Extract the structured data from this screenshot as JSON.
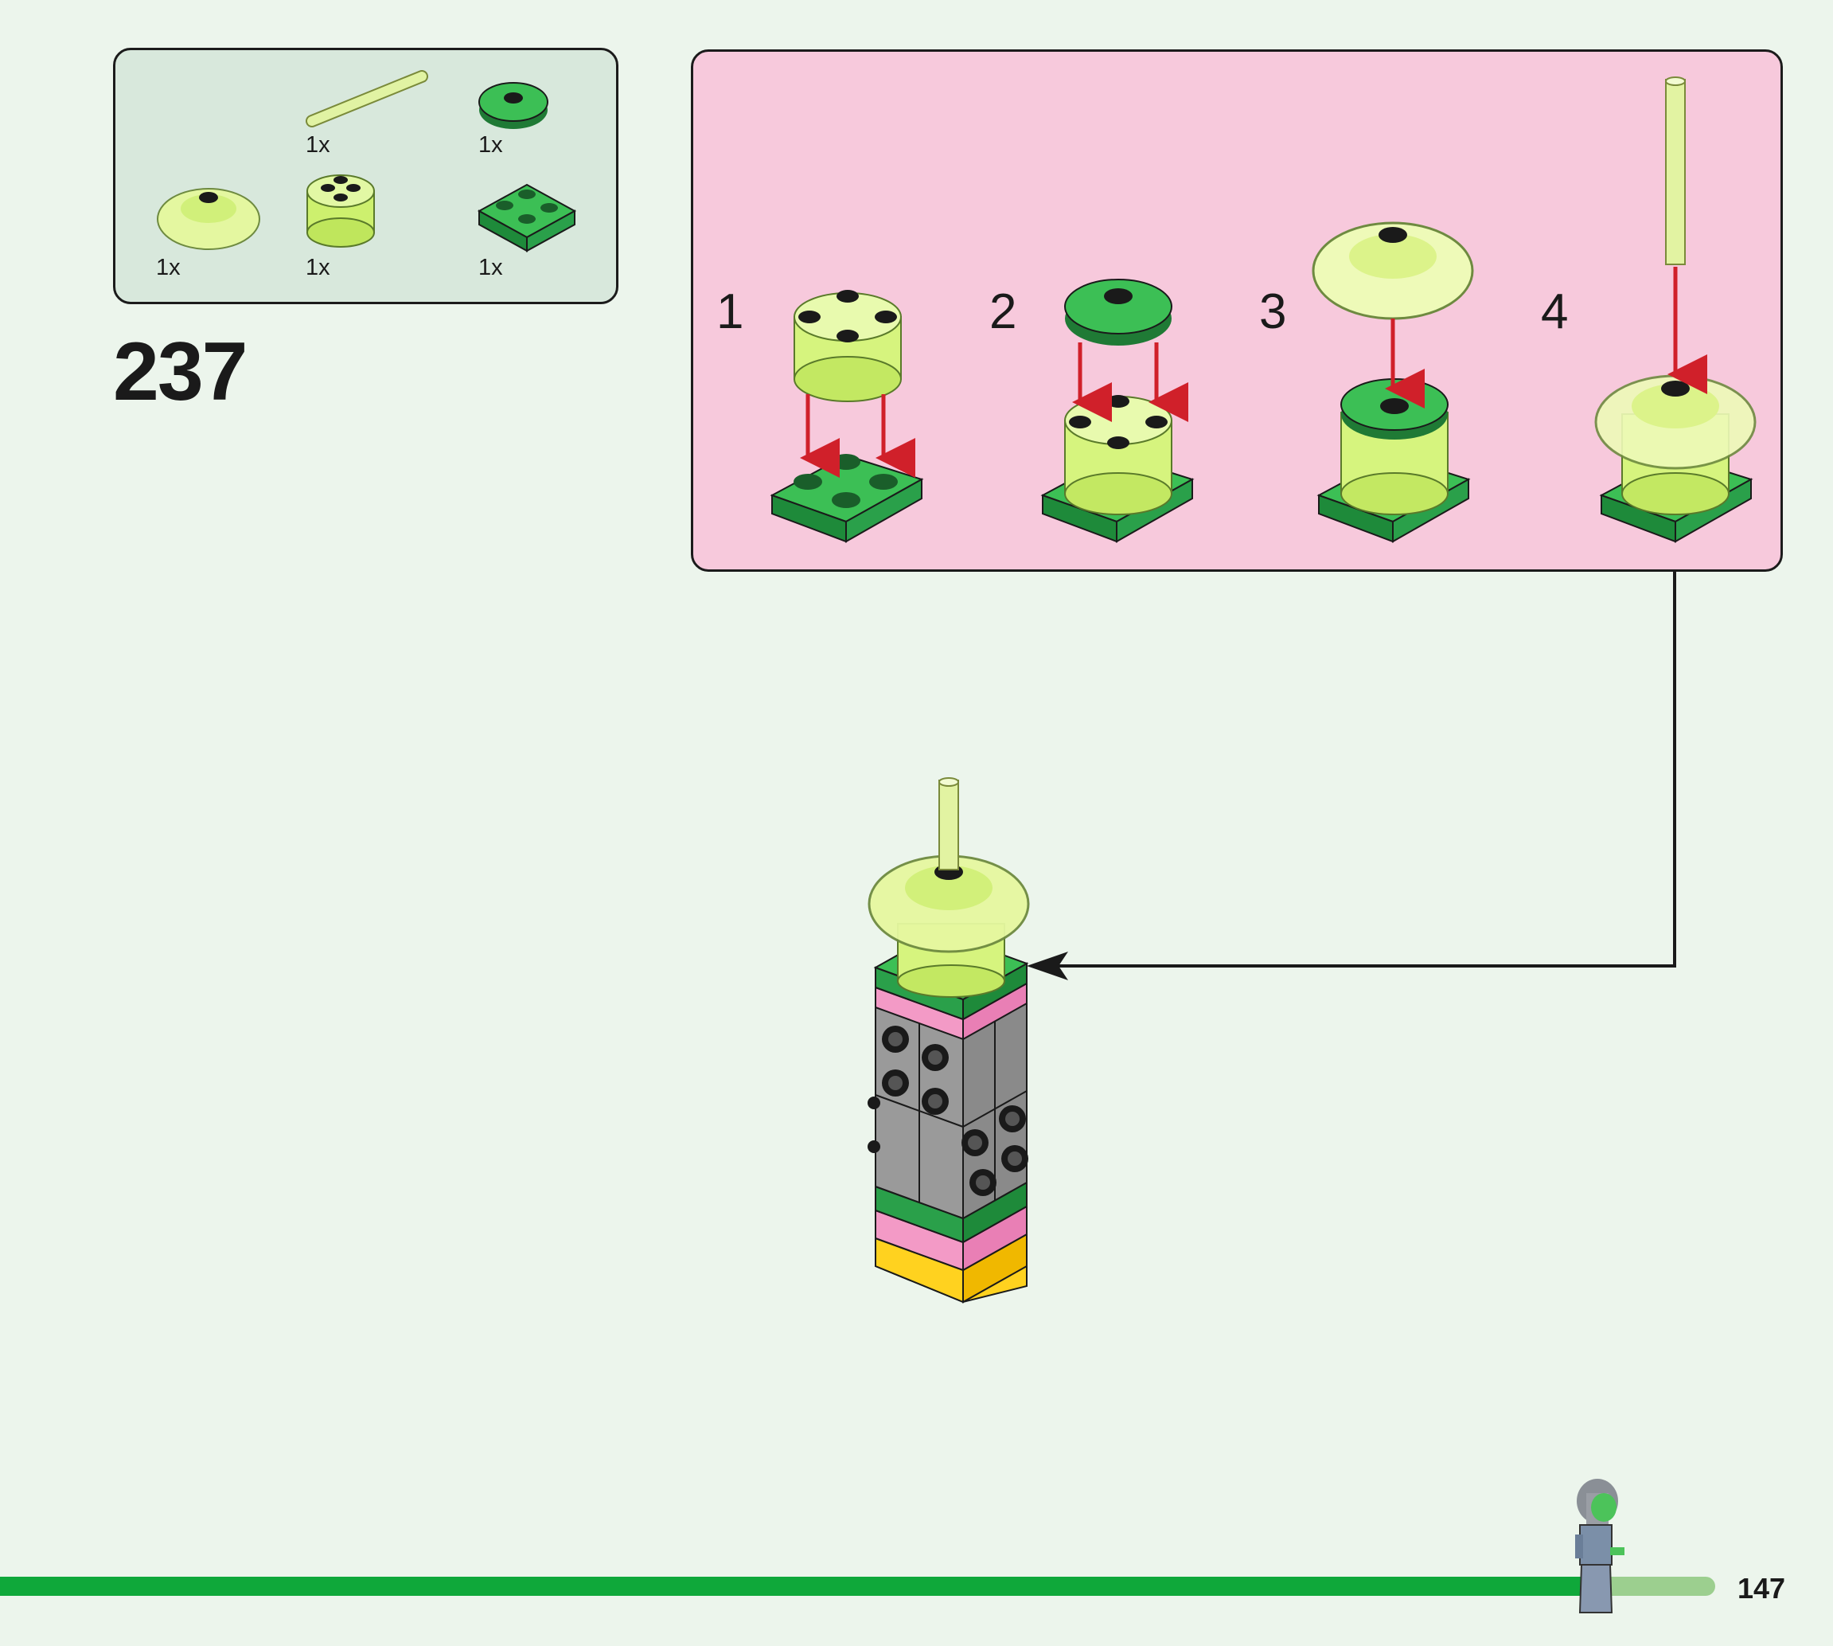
{
  "parts_list": {
    "items": [
      {
        "part": "transparent-green-bar",
        "qty": "1x"
      },
      {
        "part": "green-round-tile",
        "qty": "1x"
      },
      {
        "part": "transparent-green-dish",
        "qty": "1x"
      },
      {
        "part": "transparent-green-round-brick",
        "qty": "1x"
      },
      {
        "part": "green-plate-2x2",
        "qty": "1x"
      }
    ]
  },
  "step": {
    "number": "237"
  },
  "sub_steps": {
    "labels": [
      "1",
      "2",
      "3",
      "4"
    ]
  },
  "footer": {
    "page_number": "147"
  },
  "colors": {
    "background": "#ecf5ec",
    "parts_box": "#d8e8dc",
    "sub_panel": "#f7c9dc",
    "green": "#2aa04a",
    "trans_green": "#c8f06a",
    "arrow_red": "#d0202a",
    "footer_bar": "#0fa83a",
    "footer_bar_light": "#9ccf8f",
    "yellow": "#ffd21f",
    "pink": "#f39ac6",
    "gray": "#9a9a9a"
  }
}
